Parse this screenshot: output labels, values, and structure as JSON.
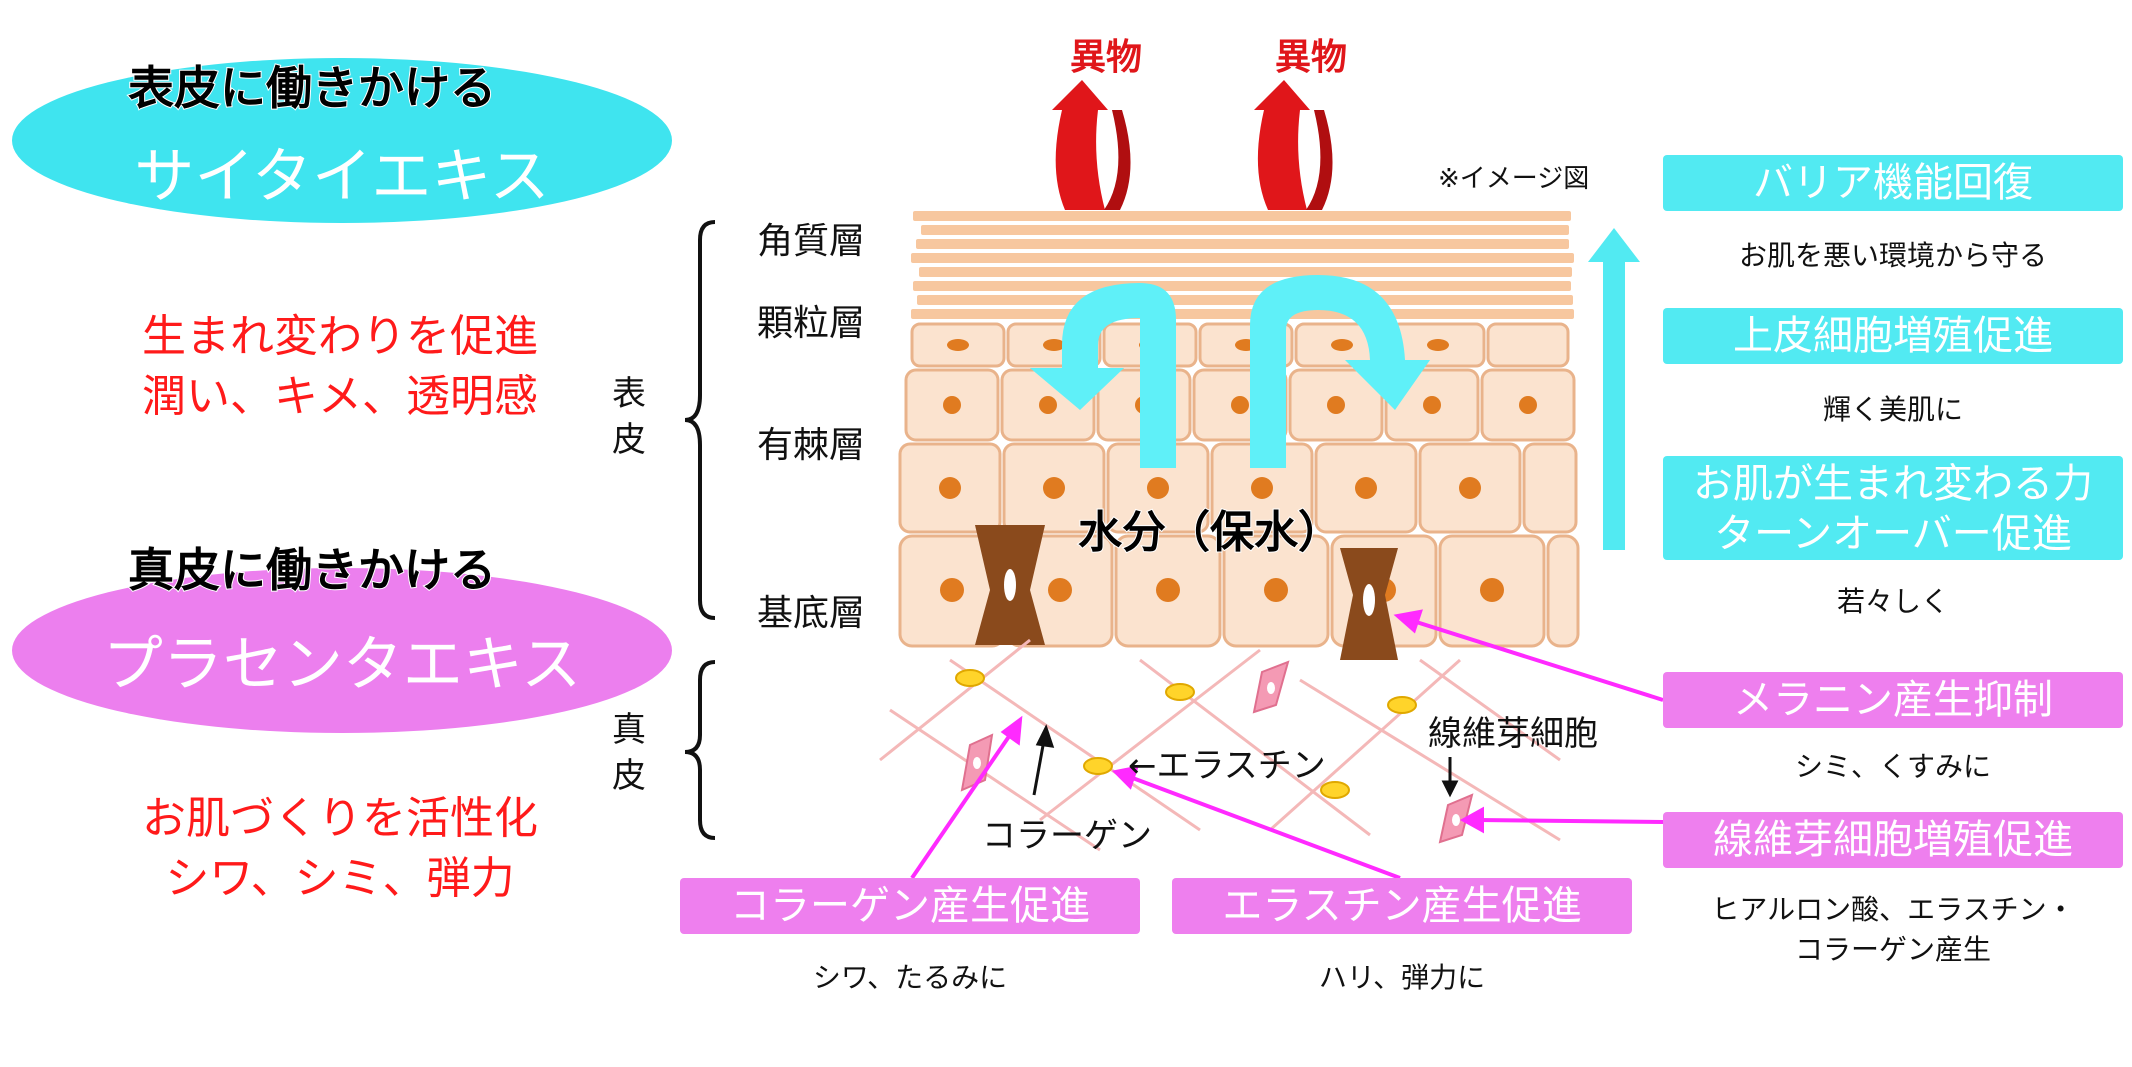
{
  "left": {
    "epidermis_heading": "表皮に働きかける",
    "epidermis_extract": "サイタイエキス",
    "epidermis_benefit_1": "生まれ変わりを促進",
    "epidermis_benefit_2": "潤い、キメ、透明感",
    "dermis_heading": "真皮に働きかける",
    "dermis_extract": "プラセンタエキス",
    "dermis_benefit_1": "お肌づくりを活性化",
    "dermis_benefit_2": "シワ、シミ、弾力"
  },
  "diagram": {
    "foreign_matter_1": "異物",
    "foreign_matter_2": "異物",
    "image_note": "※イメージ図",
    "water_label": "水分（保水）",
    "layers": {
      "stratum_corneum": "角質層",
      "granular": "顆粒層",
      "spinous": "有棘層",
      "basal": "基底層"
    },
    "epidermis_side_1": "表",
    "epidermis_side_2": "皮",
    "dermis_side_1": "真",
    "dermis_side_2": "皮",
    "elastin": "←エラスチン",
    "collagen": "コラーゲン",
    "fibroblast": "線維芽細胞"
  },
  "right": {
    "barrier_box": "バリア機能回復",
    "barrier_caption": "お肌を悪い環境から守る",
    "epithelial_box": "上皮細胞増殖促進",
    "epithelial_caption": "輝く美肌に",
    "turnover_box_1": "お肌が生まれ変わる力",
    "turnover_box_2": "ターンオーバー促進",
    "turnover_caption": "若々しく",
    "melanin_box": "メラニン産生抑制",
    "melanin_caption": "シミ、くすみに",
    "fibroblast_box": "線維芽細胞増殖促進",
    "fibroblast_caption_1": "ヒアルロン酸、エラスチン・",
    "fibroblast_caption_2": "コラーゲン産生"
  },
  "bottom": {
    "collagen_box": "コラーゲン産生促進",
    "collagen_caption": "シワ、たるみに",
    "elastin_box": "エラスチン産生促進",
    "elastin_caption": "ハリ、弾力に"
  },
  "colors": {
    "cyan": "#52eaf2",
    "pink": "#ee7fee",
    "red_text": "#ff1a1a",
    "skin_cell": "#fbe3cf",
    "nucleus": "#e07b20",
    "melanocyte": "#8a4a1c"
  }
}
